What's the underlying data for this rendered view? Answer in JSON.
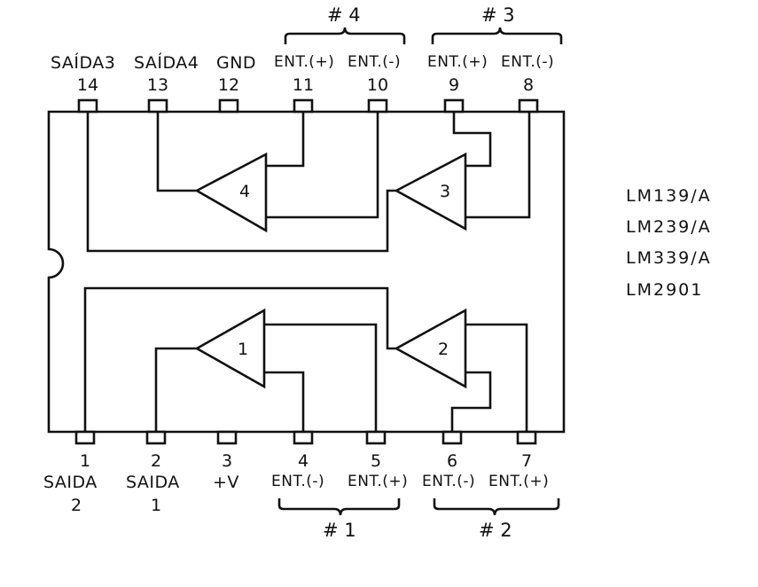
{
  "groups": {
    "g4": "# 4",
    "g3": "# 3",
    "g1": "# 1",
    "g2": "# 2"
  },
  "top_pins": [
    {
      "num": "14",
      "label": "SAÍDA3"
    },
    {
      "num": "13",
      "label": "SAÍDA4"
    },
    {
      "num": "12",
      "label": "GND"
    },
    {
      "num": "11",
      "label": "ENT.(+)"
    },
    {
      "num": "10",
      "label": "ENT.(-)"
    },
    {
      "num": "9",
      "label": "ENT.(+)"
    },
    {
      "num": "8",
      "label": "ENT.(-)"
    }
  ],
  "bottom_pins": [
    {
      "num": "1",
      "label": "SAIDA",
      "sub": "2"
    },
    {
      "num": "2",
      "label": "SAIDA",
      "sub": "1"
    },
    {
      "num": "3",
      "label": "+V",
      "sub": ""
    },
    {
      "num": "4",
      "label": "ENT.(-)",
      "sub": ""
    },
    {
      "num": "5",
      "label": "ENT.(+)",
      "sub": ""
    },
    {
      "num": "6",
      "label": "ENT.(-)",
      "sub": ""
    },
    {
      "num": "7",
      "label": "ENT.(+)",
      "sub": ""
    }
  ],
  "comparators": [
    "4",
    "3",
    "1",
    "2"
  ],
  "part_numbers": [
    "LM139/A",
    "LM239/A",
    "LM339/A",
    "LM2901"
  ]
}
